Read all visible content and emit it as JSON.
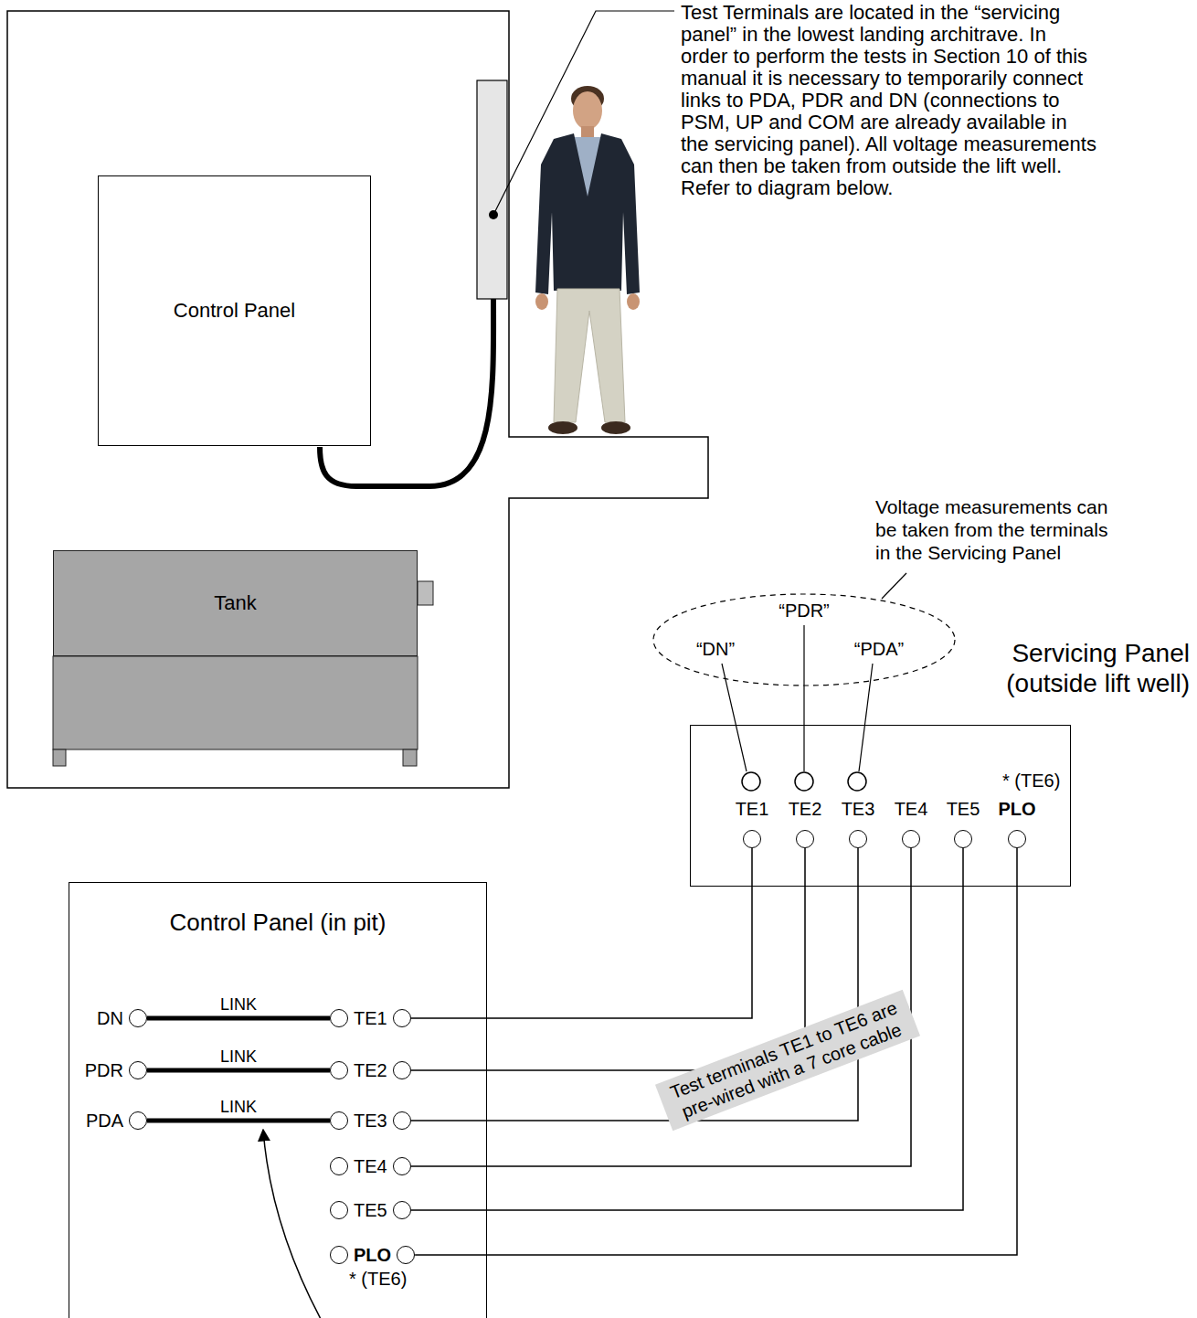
{
  "diagram": {
    "nodes": [
      {
        "text": [
          "Control Panel"
        ]
      },
      {
        "text": [
          "Tank"
        ]
      },
      {
        "text": [
          "Servicing Panel (outside lift well)"
        ]
      },
      {
        "text": [
          "TE1"
        ],
        "in": 2
      },
      {
        "text": [
          "TE2"
        ],
        "in": 2
      },
      {
        "text": [
          "TE3"
        ],
        "in": 2
      },
      {
        "text": [
          "TE4"
        ],
        "in": 2
      },
      {
        "text": [
          "TE5"
        ],
        "in": 2
      },
      {
        "text": [
          "PLO"
        ],
        "in": 2
      },
      {
        "text": [
          "Control Panel (in pit)"
        ]
      },
      {
        "text": [
          "DN"
        ],
        "in": 9
      },
      {
        "text": [
          "TE1"
        ],
        "in": 9
      },
      {
        "text": [
          "PDR"
        ],
        "in": 9
      },
      {
        "text": [
          "TE2"
        ],
        "in": 9
      },
      {
        "text": [
          "PDA"
        ],
        "in": 9
      },
      {
        "text": [
          "TE3"
        ],
        "in": 9
      },
      {
        "text": [
          "TE4"
        ],
        "in": 9
      },
      {
        "text": [
          "TE5"
        ],
        "in": 9
      },
      {
        "text": [
          "PLO"
        ],
        "in": 9
      }
    ],
    "edges": [
      {
        "from": 10,
        "to": 11,
        "arrow": "none",
        "label": "LINK"
      },
      {
        "from": 12,
        "to": 13,
        "arrow": "none",
        "label": "LINK"
      },
      {
        "from": 14,
        "to": 15,
        "arrow": "none",
        "label": "LINK"
      },
      {
        "from": 11,
        "to": 3,
        "arrow": "none"
      },
      {
        "from": 13,
        "to": 4,
        "arrow": "none"
      },
      {
        "from": 15,
        "to": 5,
        "arrow": "none"
      },
      {
        "from": 16,
        "to": 6,
        "arrow": "none"
      },
      {
        "from": 17,
        "to": 7,
        "arrow": "none"
      },
      {
        "from": 18,
        "to": 8,
        "arrow": "none"
      }
    ],
    "labels": [
      "Test Terminals are located in the “servicing panel” in the lowest landing architrave. In order to perform the tests in Section 10 of this manual it is necessary to temporarily connect links to PDA, PDR and DN (connections to PSM, UP and COM are already available in the servicing panel). All voltage measurements can then be taken from outside the lift well. Refer to diagram below.",
      "Voltage measurements can be taken from the terminals in the Servicing Panel",
      "“DN”",
      "“PDR”",
      "“PDA”",
      "* (TE6)",
      "* (TE6)",
      "Test terminals TE1 to TE6 are pre-wired with a 7 core cable"
    ]
  }
}
